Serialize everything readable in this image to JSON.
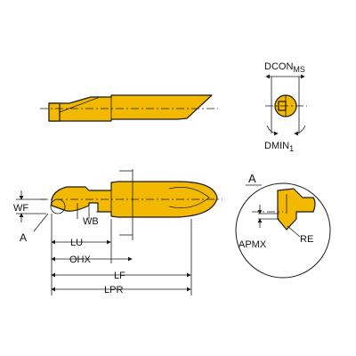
{
  "colors": {
    "part_fill": "#f2b900",
    "outline": "#1a1a1a",
    "background": "#ffffff"
  },
  "views": {
    "top": {
      "name": "tool-top-view"
    },
    "end": {
      "name": "tool-end-view",
      "labels": {
        "dcon": "DCON",
        "dcon_sub": "MS",
        "dmin": "DMIN",
        "dmin_sub": "1"
      }
    },
    "side": {
      "name": "tool-side-view",
      "labels": {
        "wf": "WF",
        "wb": "WB",
        "lu": "LU",
        "ohx": "OHX",
        "lf": "LF",
        "lpr": "LPR",
        "detail_marker": "A"
      }
    },
    "detail": {
      "name": "detail-view-a",
      "labels": {
        "title": "A",
        "apmx": "APMX",
        "re": "RE"
      }
    }
  }
}
